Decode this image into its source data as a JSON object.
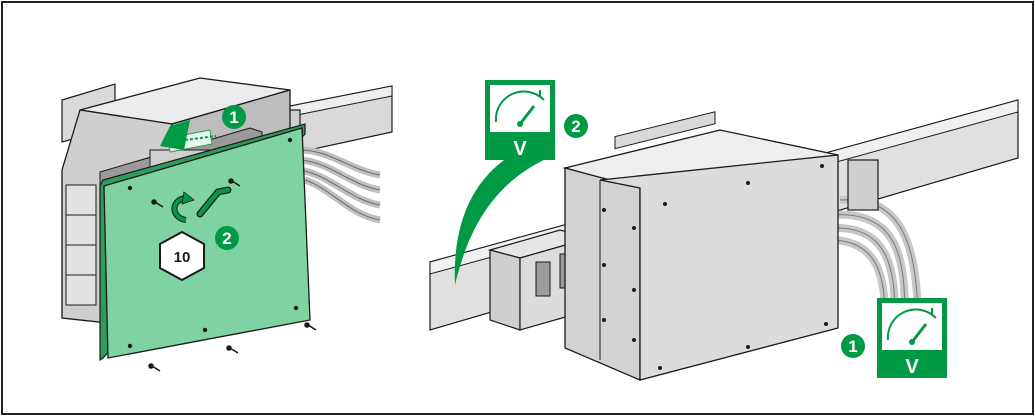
{
  "colors": {
    "green": "#009a44",
    "panel_green": "#7fd3a2",
    "panel_green_dark": "#2e9a5c",
    "metal_light": "#e6e6e6",
    "metal_mid": "#cfcfcf",
    "metal_dark": "#a9a9a9",
    "outline": "#1a1a1a",
    "border": "#222222"
  },
  "left_figure": {
    "step_1": "1",
    "step_2": "2",
    "torque_value": "10",
    "icons": [
      "hex-torque-icon",
      "rotate-arrow-icon",
      "push-arrow-icon",
      "allen-key-icon"
    ]
  },
  "right_figure": {
    "voltmeter_top": {
      "step": "2",
      "unit": "V"
    },
    "voltmeter_bottom": {
      "step": "1",
      "unit": "V"
    },
    "icons": [
      "voltmeter-icon",
      "voltmeter-icon"
    ]
  }
}
